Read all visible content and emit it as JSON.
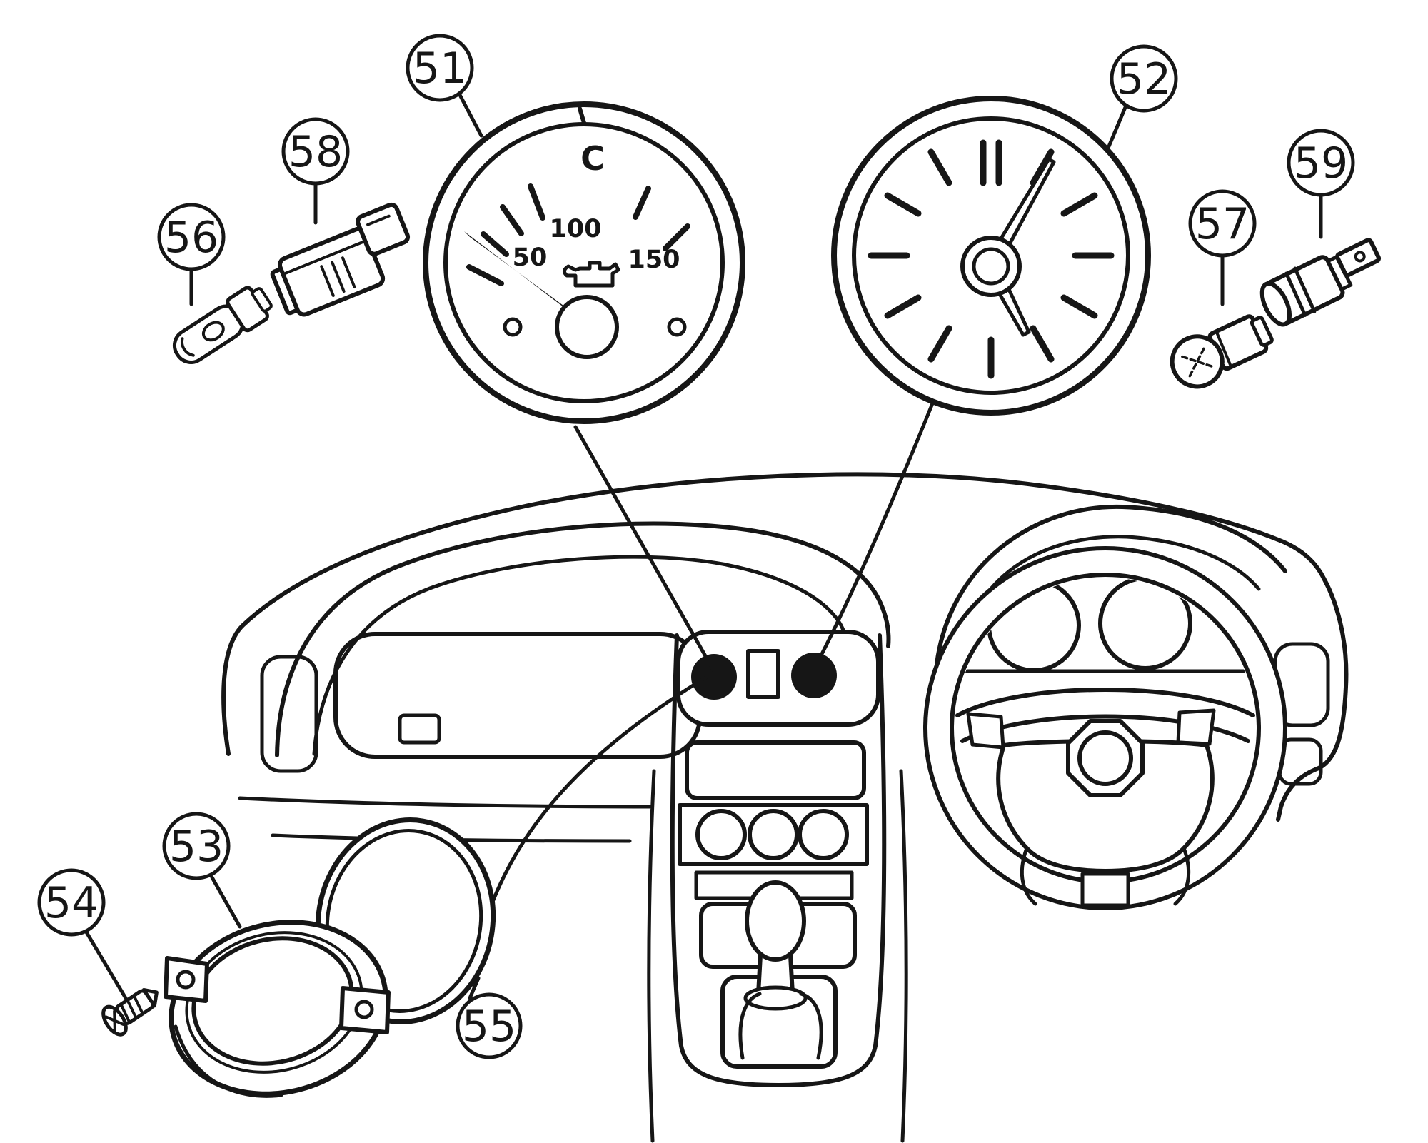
{
  "diagram": {
    "kind": "car dashboard instrument parts diagram",
    "ink_color": "#161616",
    "paper_color": "#ffffff",
    "gauge_install_marker_color": "#000000"
  },
  "callouts": {
    "c51": {
      "label": "51",
      "part": "oil temperature gauge"
    },
    "c52": {
      "label": "52",
      "part": "analogue clock"
    },
    "c53": {
      "label": "53",
      "part": "gauge mounting housing"
    },
    "c54": {
      "label": "54",
      "part": "screw"
    },
    "c55": {
      "label": "55",
      "part": "bezel trim ring"
    },
    "c56": {
      "label": "56",
      "part": "bulb"
    },
    "c57": {
      "label": "57",
      "part": "bulb"
    },
    "c58": {
      "label": "58",
      "part": "bulb holder"
    },
    "c59": {
      "label": "59",
      "part": "bulb holder"
    }
  },
  "oil_gauge": {
    "unit_label": "C",
    "scale": {
      "low": "50",
      "mid": "100",
      "high": "150"
    }
  }
}
